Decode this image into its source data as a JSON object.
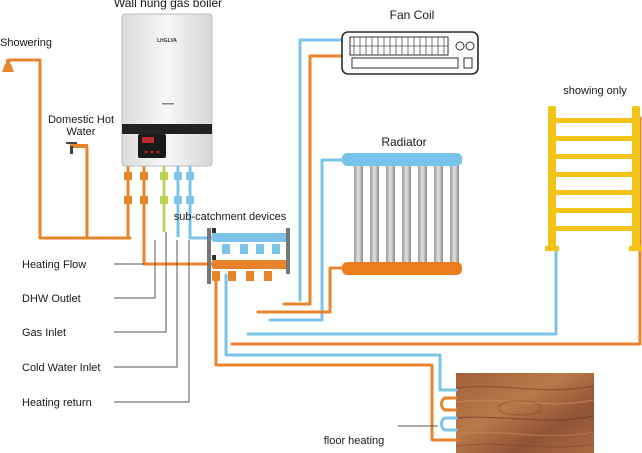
{
  "labels": {
    "boiler": "Wall hung gas boiler",
    "fan_coil": "Fan Coil",
    "showering": "Showering",
    "domestic_hot_water_line1": "Domestic Hot",
    "domestic_hot_water_line2": "Water",
    "radiator": "Radiator",
    "showing_only": "showing only",
    "sub_catchment": "sub-catchment devices",
    "heating_flow": "Heating Flow",
    "dhw_outlet": "DHW Outlet",
    "gas_inlet": "Gas Inlet",
    "cold_water_inlet": "Cold Water Inlet",
    "heating_return": "Heating return",
    "floor_heating": "floor heating"
  },
  "boiler_brand": "LHGLVA",
  "colors": {
    "hot_pipe": "#e8842c",
    "cold_pipe": "#7cc3e8",
    "gas_pipe": "#b5d34a",
    "towel_rail": "#f2c418",
    "radiator_hot": "#ec7c1c",
    "radiator_cold": "#79c4ec"
  }
}
